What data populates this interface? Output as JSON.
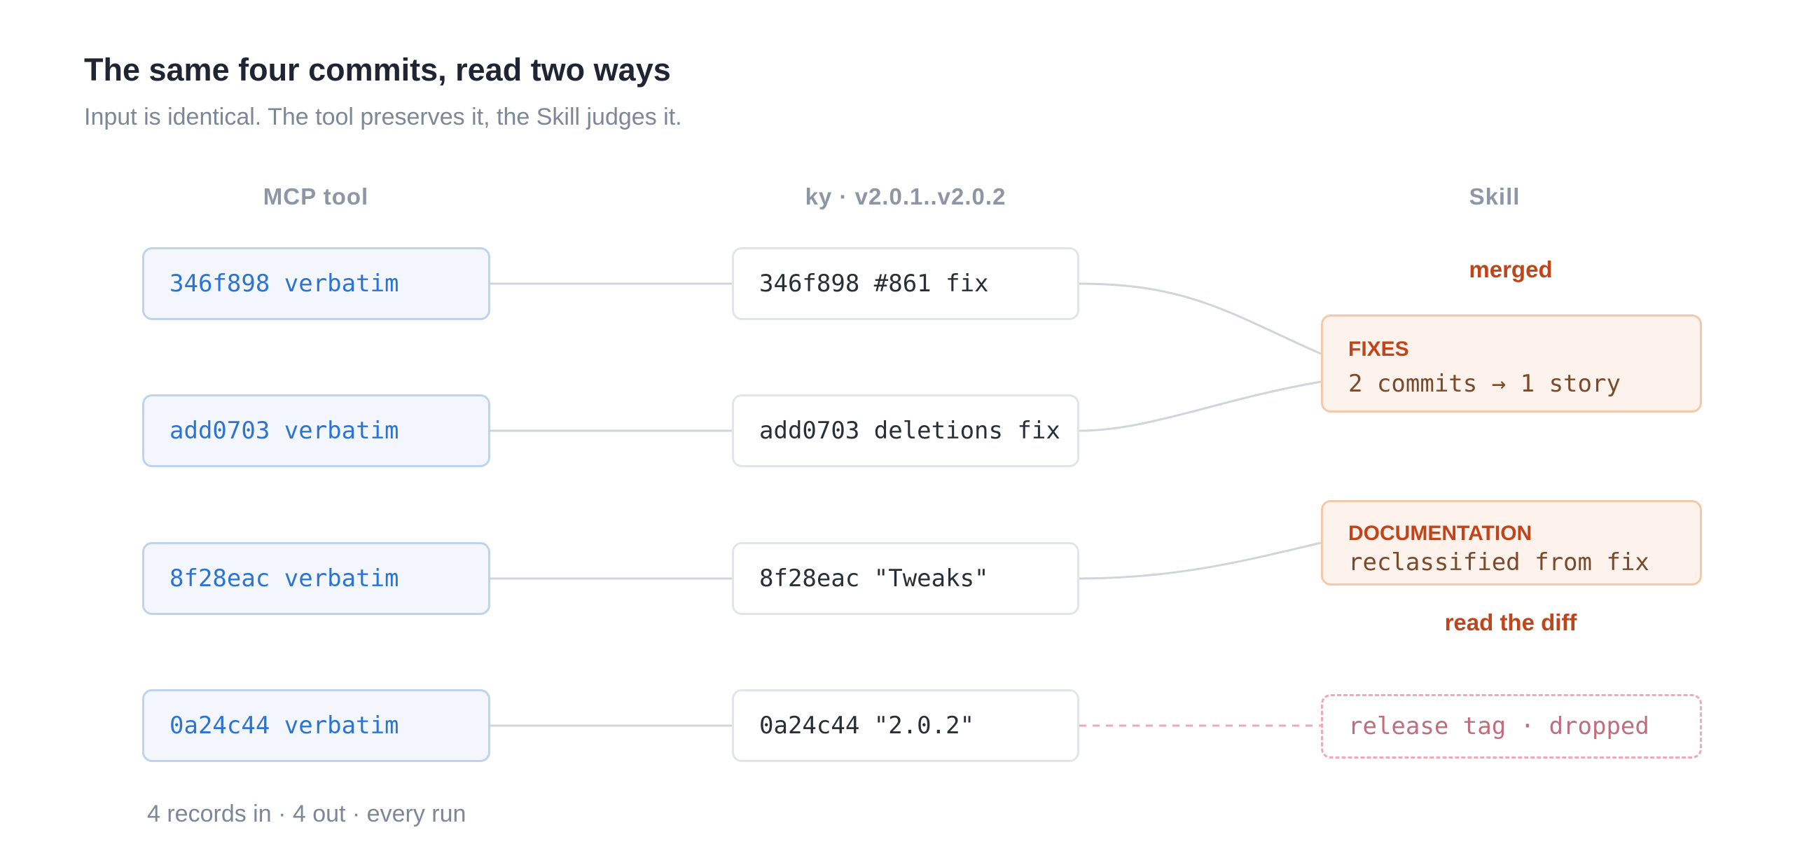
{
  "title": "The same four commits, read two ways",
  "subtitle": "Input is identical. The tool preserves it, the Skill judges it.",
  "columns": {
    "left": "MCP tool",
    "middle": "ky · v2.0.1..v2.0.2",
    "right": "Skill"
  },
  "mcp_nodes": [
    "346f898 verbatim",
    "add0703 verbatim",
    "8f28eac verbatim",
    "0a24c44 verbatim"
  ],
  "commit_nodes": [
    "346f898 #861 fix",
    "add0703 deletions fix",
    "8f28eac \"Tweaks\"",
    "0a24c44 \"2.0.2\""
  ],
  "skill_nodes": {
    "fixes": {
      "label": "FIXES",
      "text": "2 commits → 1 story"
    },
    "documentation": {
      "label": "DOCUMENTATION",
      "text": "reclassified from fix"
    },
    "dropped": {
      "text": "release tag · dropped"
    }
  },
  "annotations": {
    "merged": "merged",
    "read_diff": "read the diff"
  },
  "footer": "4 records in · 4 out · every run",
  "colors": {
    "mcp_text": "#2c74d4",
    "skill_accent": "#c0451a",
    "dropped": "#efaab8",
    "connector": "#cfd5dc"
  }
}
